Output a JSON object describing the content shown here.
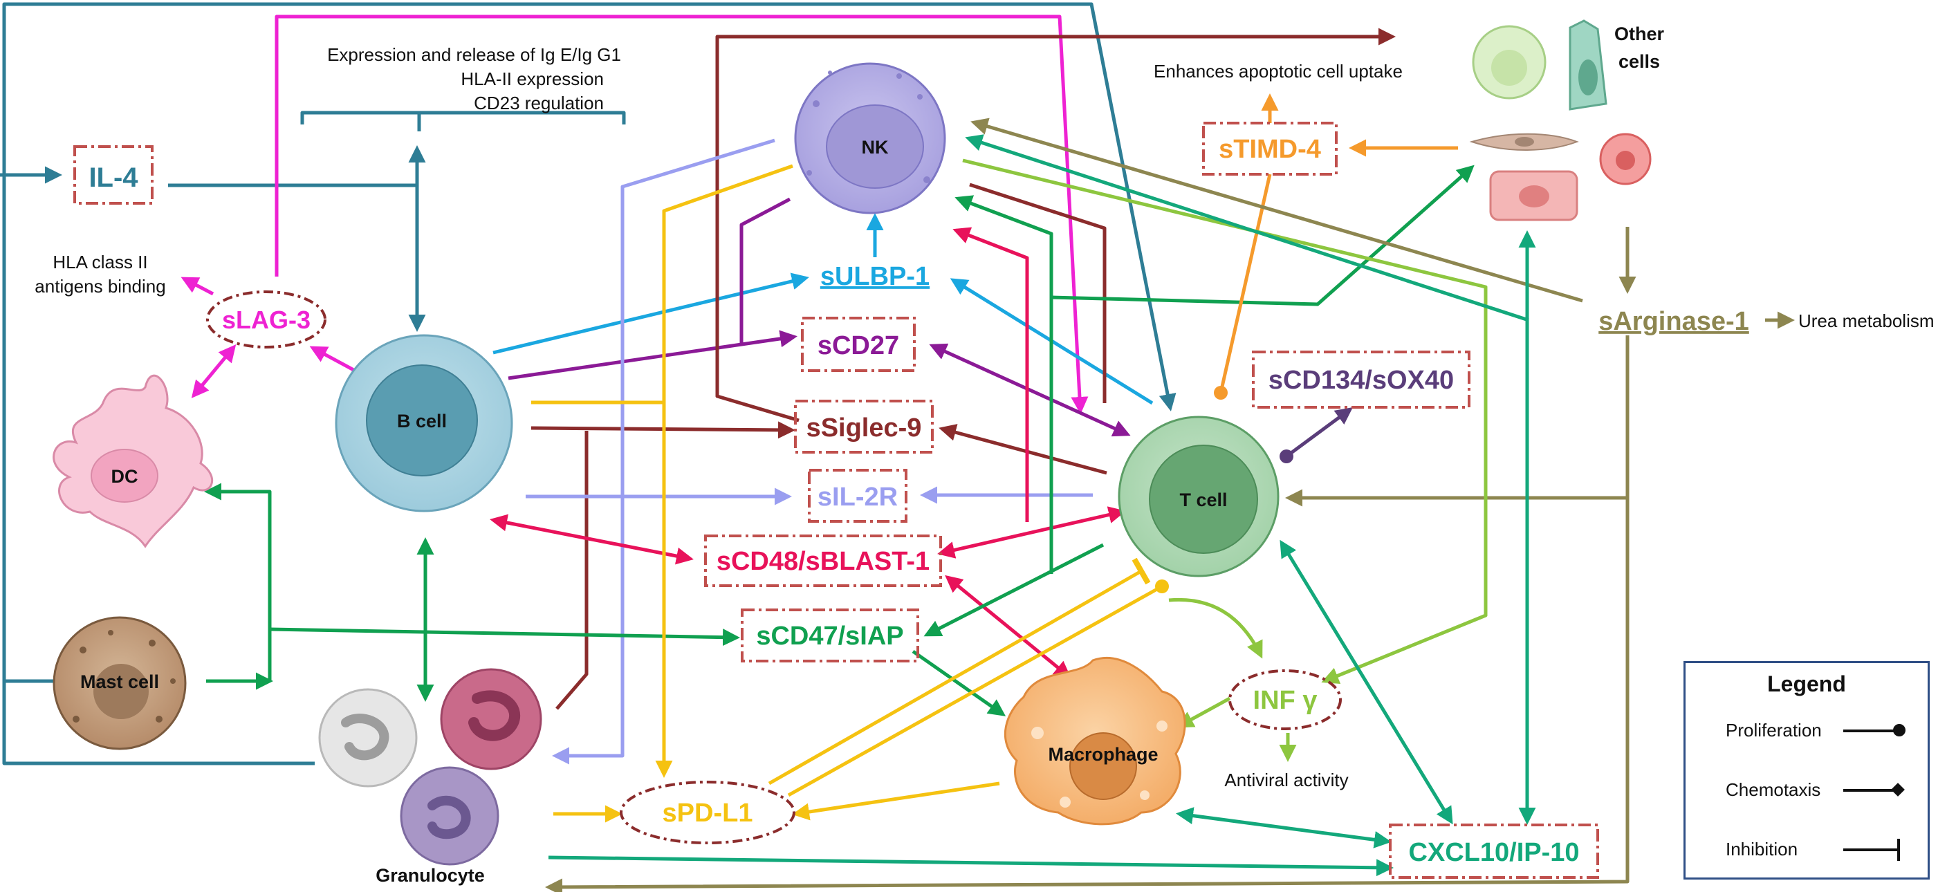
{
  "cells": {
    "nk": "NK",
    "b_cell": "B cell",
    "t_cell": "T cell",
    "dc": "DC",
    "mast_cell": "Mast cell",
    "macrophage": "Macrophage",
    "granulocyte": "Granulocyte",
    "other_cells": [
      "Other",
      "cells"
    ]
  },
  "molecules": {
    "il4": "IL-4",
    "slag3": "sLAG-3",
    "sulbp1": "sULBP-1",
    "scd27": "sCD27",
    "ssiglec9": "sSiglec-9",
    "sil2r": "sIL-2R",
    "scd48": "sCD48/sBLAST-1",
    "scd47": "sCD47/sIAP",
    "spdl1": "sPD-L1",
    "stimd4": "sTIMD-4",
    "scd134": "sCD134/sOX40",
    "sarginase1": "sArginase-1",
    "infg": "INF γ",
    "cxcl10": "CXCL10/IP-10"
  },
  "notes": {
    "expression_lines": [
      "Expression and release of Ig E/Ig G1",
      "HLA-II expression",
      "CD23 regulation"
    ],
    "hla_binding": [
      "HLA class II",
      "antigens binding"
    ],
    "apoptotic": "Enhances apoptotic cell uptake",
    "urea": "Urea metabolism",
    "antiviral": "Antiviral activity"
  },
  "legend": {
    "title": "Legend",
    "items": [
      "Proliferation",
      "Chemotaxis",
      "Inhibition"
    ]
  },
  "colors": {
    "il4": "#2e7d95",
    "slag3": "#ee22d2",
    "sulbp1": "#1aa7e0",
    "scd27": "#8b1a96",
    "ssiglec9": "#8b2c2c",
    "sil2r": "#9a9ef0",
    "scd48": "#e8125a",
    "scd47": "#10a050",
    "spdl1": "#f5c211",
    "stimd4": "#f59a2c",
    "scd134": "#5a3d7a",
    "sarginase1": "#8d8650",
    "infg": "#8dc63f",
    "cxcl10": "#13a87b",
    "box_border": "#c0504d"
  }
}
